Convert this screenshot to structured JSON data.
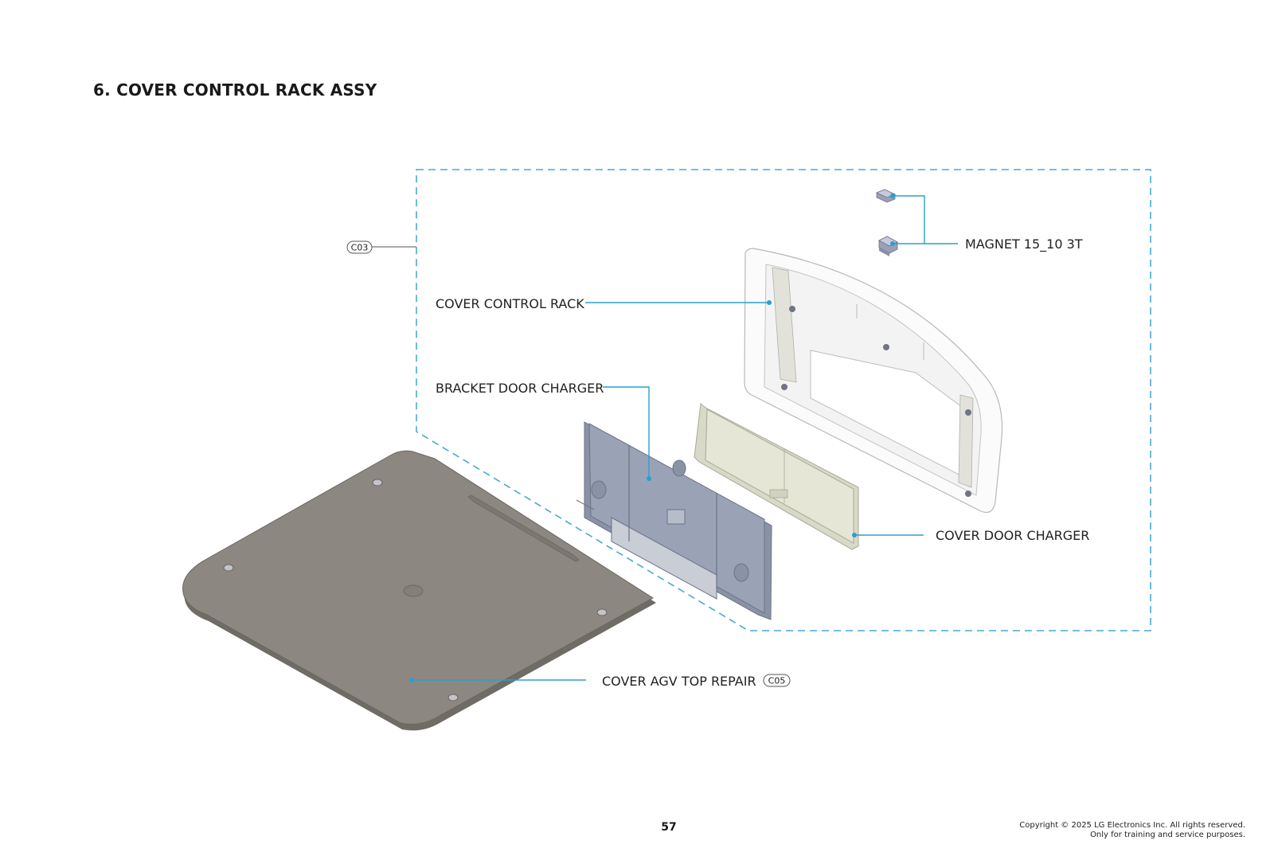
{
  "section_title": "6. COVER CONTROL RACK ASSY",
  "labels": {
    "magnet": "MAGNET 15_10 3T",
    "cover_control_rack": "COVER CONTROL RACK",
    "bracket_door_charger": "BRACKET DOOR CHARGER",
    "cover_door_charger": "COVER DOOR CHARGER",
    "cover_agv_top_repair": "COVER AGV TOP REPAIR"
  },
  "tags": {
    "assembly": "C03",
    "top_cover": "C05"
  },
  "colors": {
    "leader_line": "#2a9fd0",
    "dashed_border": "#4aa8d8",
    "top_cover": "#8c8881",
    "bracket": "#9aa3b6",
    "cover_door": "#e6e6d6",
    "rack_outline": "#b8b8b8"
  },
  "footer": {
    "page_number": "57",
    "copyright_line1": "Copyright © 2025 LG Electronics Inc. All rights reserved.",
    "copyright_line2": "Only for training and service purposes."
  }
}
